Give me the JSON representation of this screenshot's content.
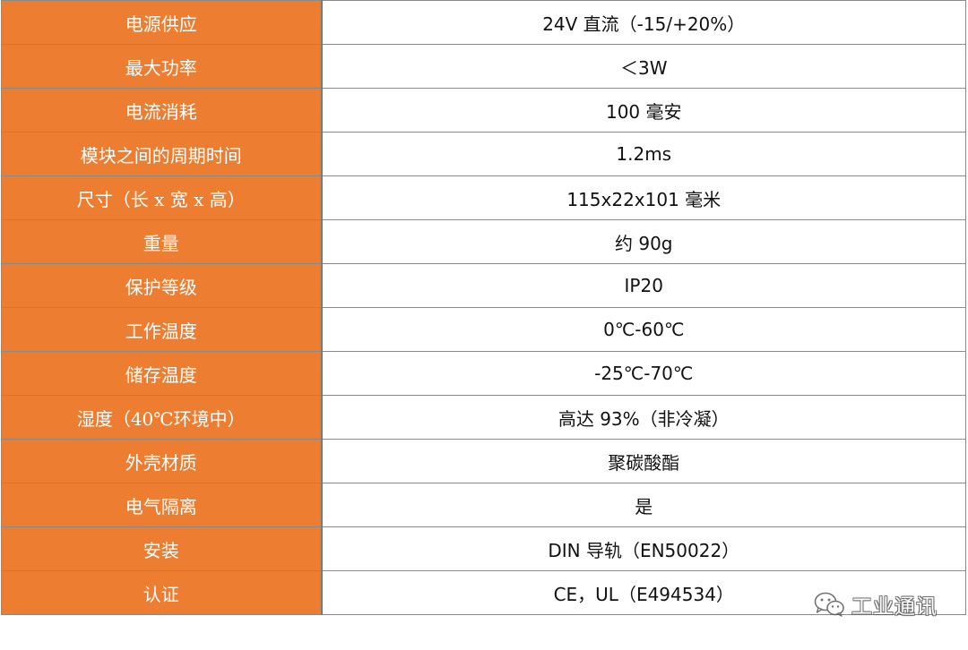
{
  "rows": [
    {
      "key": "电源供应",
      "value": "24V 直流（-15/+20%）"
    },
    {
      "key": "最大功率",
      "value": "＜3W"
    },
    {
      "key": "电流消耗",
      "value": "100 毫安"
    },
    {
      "key": "模块之间的周期时间",
      "value": "1.2ms"
    },
    {
      "key": "尺寸（长 x 宽 x 高）",
      "value": "115x22x101 毫米"
    },
    {
      "key": "重量",
      "value": "约 90g"
    },
    {
      "key": "保护等级",
      "value": "IP20"
    },
    {
      "key": "工作温度",
      "value": "0℃-60℃"
    },
    {
      "key": "储存温度",
      "value": "-25℃-70℃"
    },
    {
      "key": "湿度（40℃环境中）",
      "value": "高达 93%（非冷凝）"
    },
    {
      "key": "外壳材质",
      "value": "聚碳酸酯"
    },
    {
      "key": "电气隔离",
      "value": "是"
    },
    {
      "key": "安装",
      "value": "DIN 导轨（EN50022）"
    },
    {
      "key": "认证",
      "value": "CE，UL（E494534）"
    }
  ],
  "watermark": {
    "icon": "wechat-icon",
    "text": "工业通讯"
  },
  "colors": {
    "key_background": "#ed7d31",
    "key_text": "#ffffff",
    "value_text": "#111111",
    "border": "#8a8a8a"
  }
}
